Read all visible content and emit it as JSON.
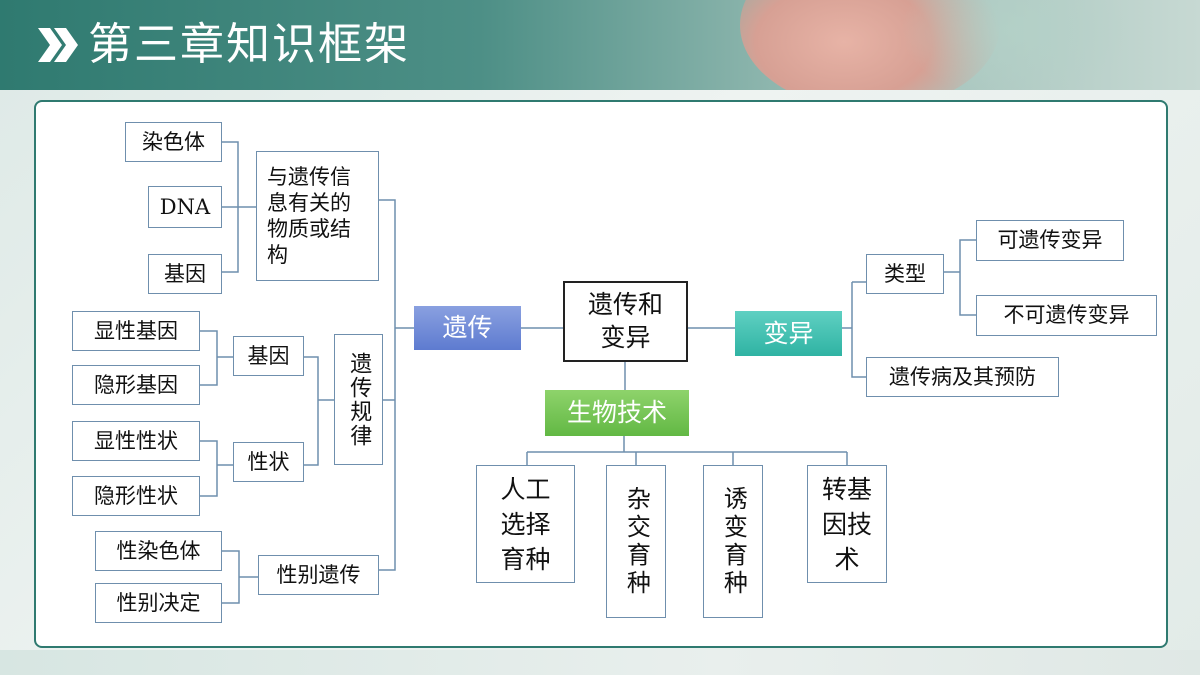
{
  "header": {
    "title": "第三章知识框架"
  },
  "colors": {
    "header": "#2f7a70",
    "yichuan": "#6f86d6",
    "bianyi": "#3cc1b0",
    "shengwu": "#74c552",
    "border": "#6f8fad"
  },
  "icons": {
    "title_marker": "double-chevron-icon"
  },
  "diagram": {
    "center": "遗传和变异",
    "yichuan": {
      "label": "遗传",
      "material": {
        "label": "与遗传信息有关的物质或结构",
        "items": [
          "染色体",
          "DNA",
          "基因"
        ]
      },
      "rules": {
        "label": "遗传规律",
        "gene": {
          "label": "基因",
          "items": [
            "显性基因",
            "隐形基因"
          ]
        },
        "trait": {
          "label": "性状",
          "items": [
            "显性性状",
            "隐形性状"
          ]
        }
      },
      "sex": {
        "label": "性别遗传",
        "items": [
          "性染色体",
          "性别决定"
        ]
      }
    },
    "bianyi": {
      "label": "变异",
      "types": {
        "label": "类型",
        "items": [
          "可遗传变异",
          "不可遗传变异"
        ]
      },
      "disease": "遗传病及其预防"
    },
    "shengwu": {
      "label": "生物技术",
      "items": [
        "人工选择育种",
        "杂交育种",
        "诱变育种",
        "转基因技术"
      ]
    }
  }
}
